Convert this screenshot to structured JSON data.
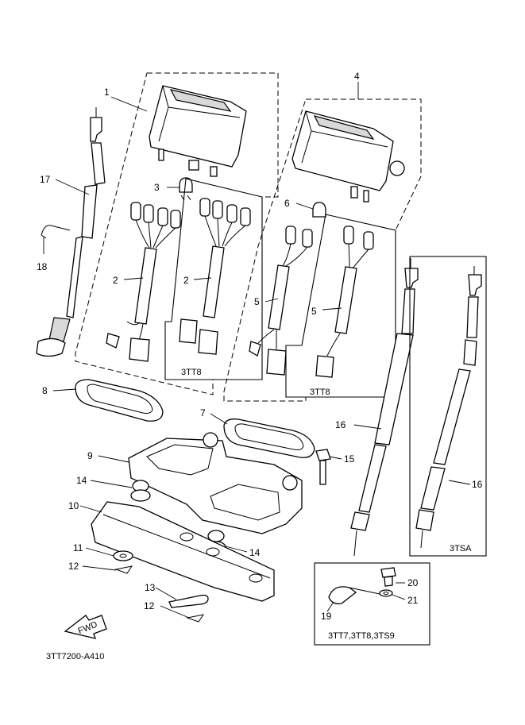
{
  "diagram": {
    "part_numbers": {
      "p1": "1",
      "p2a": "2",
      "p2b": "2",
      "p3": "3",
      "p4": "4",
      "p5a": "5",
      "p5b": "5",
      "p6": "6",
      "p7": "7",
      "p8": "8",
      "p9": "9",
      "p10": "10",
      "p11": "11",
      "p12a": "12",
      "p12b": "12",
      "p13": "13",
      "p14a": "14",
      "p14b": "14",
      "p15": "15",
      "p16a": "16",
      "p16b": "16",
      "p17": "17",
      "p18": "18",
      "p19": "19",
      "p20": "20",
      "p21": "21"
    },
    "variant_labels": {
      "left_inner": "3TT8",
      "right_inner": "3TT8",
      "cable_box": "3TSA",
      "screw_box": "3TT7,3TT8,3TS9"
    },
    "fwd_label": "FWD",
    "drawing_code": "3TT7200-A410"
  }
}
